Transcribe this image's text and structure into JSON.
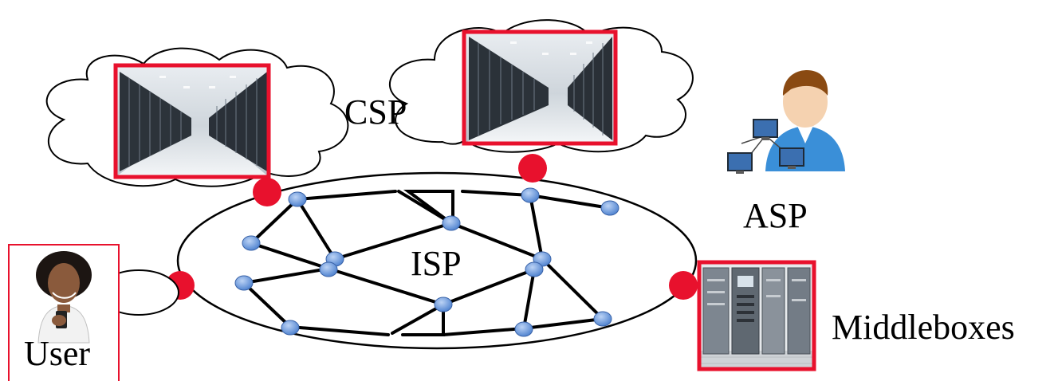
{
  "labels": {
    "csp": "CSP",
    "asp": "ASP",
    "isp": "ISP",
    "middleboxes": "Middleboxes",
    "user": "User"
  },
  "icons": {
    "datacenter_left": "server-room-photo",
    "datacenter_right": "server-room-photo",
    "asp": "asp-person-with-computers",
    "user": "user-woman-with-phone",
    "middleboxes": "middlebox-rack-photo"
  },
  "colors": {
    "frame": "#e8112d",
    "access_point": "#e8112d",
    "router_node": "#5b8fd6",
    "link": "#000000"
  }
}
